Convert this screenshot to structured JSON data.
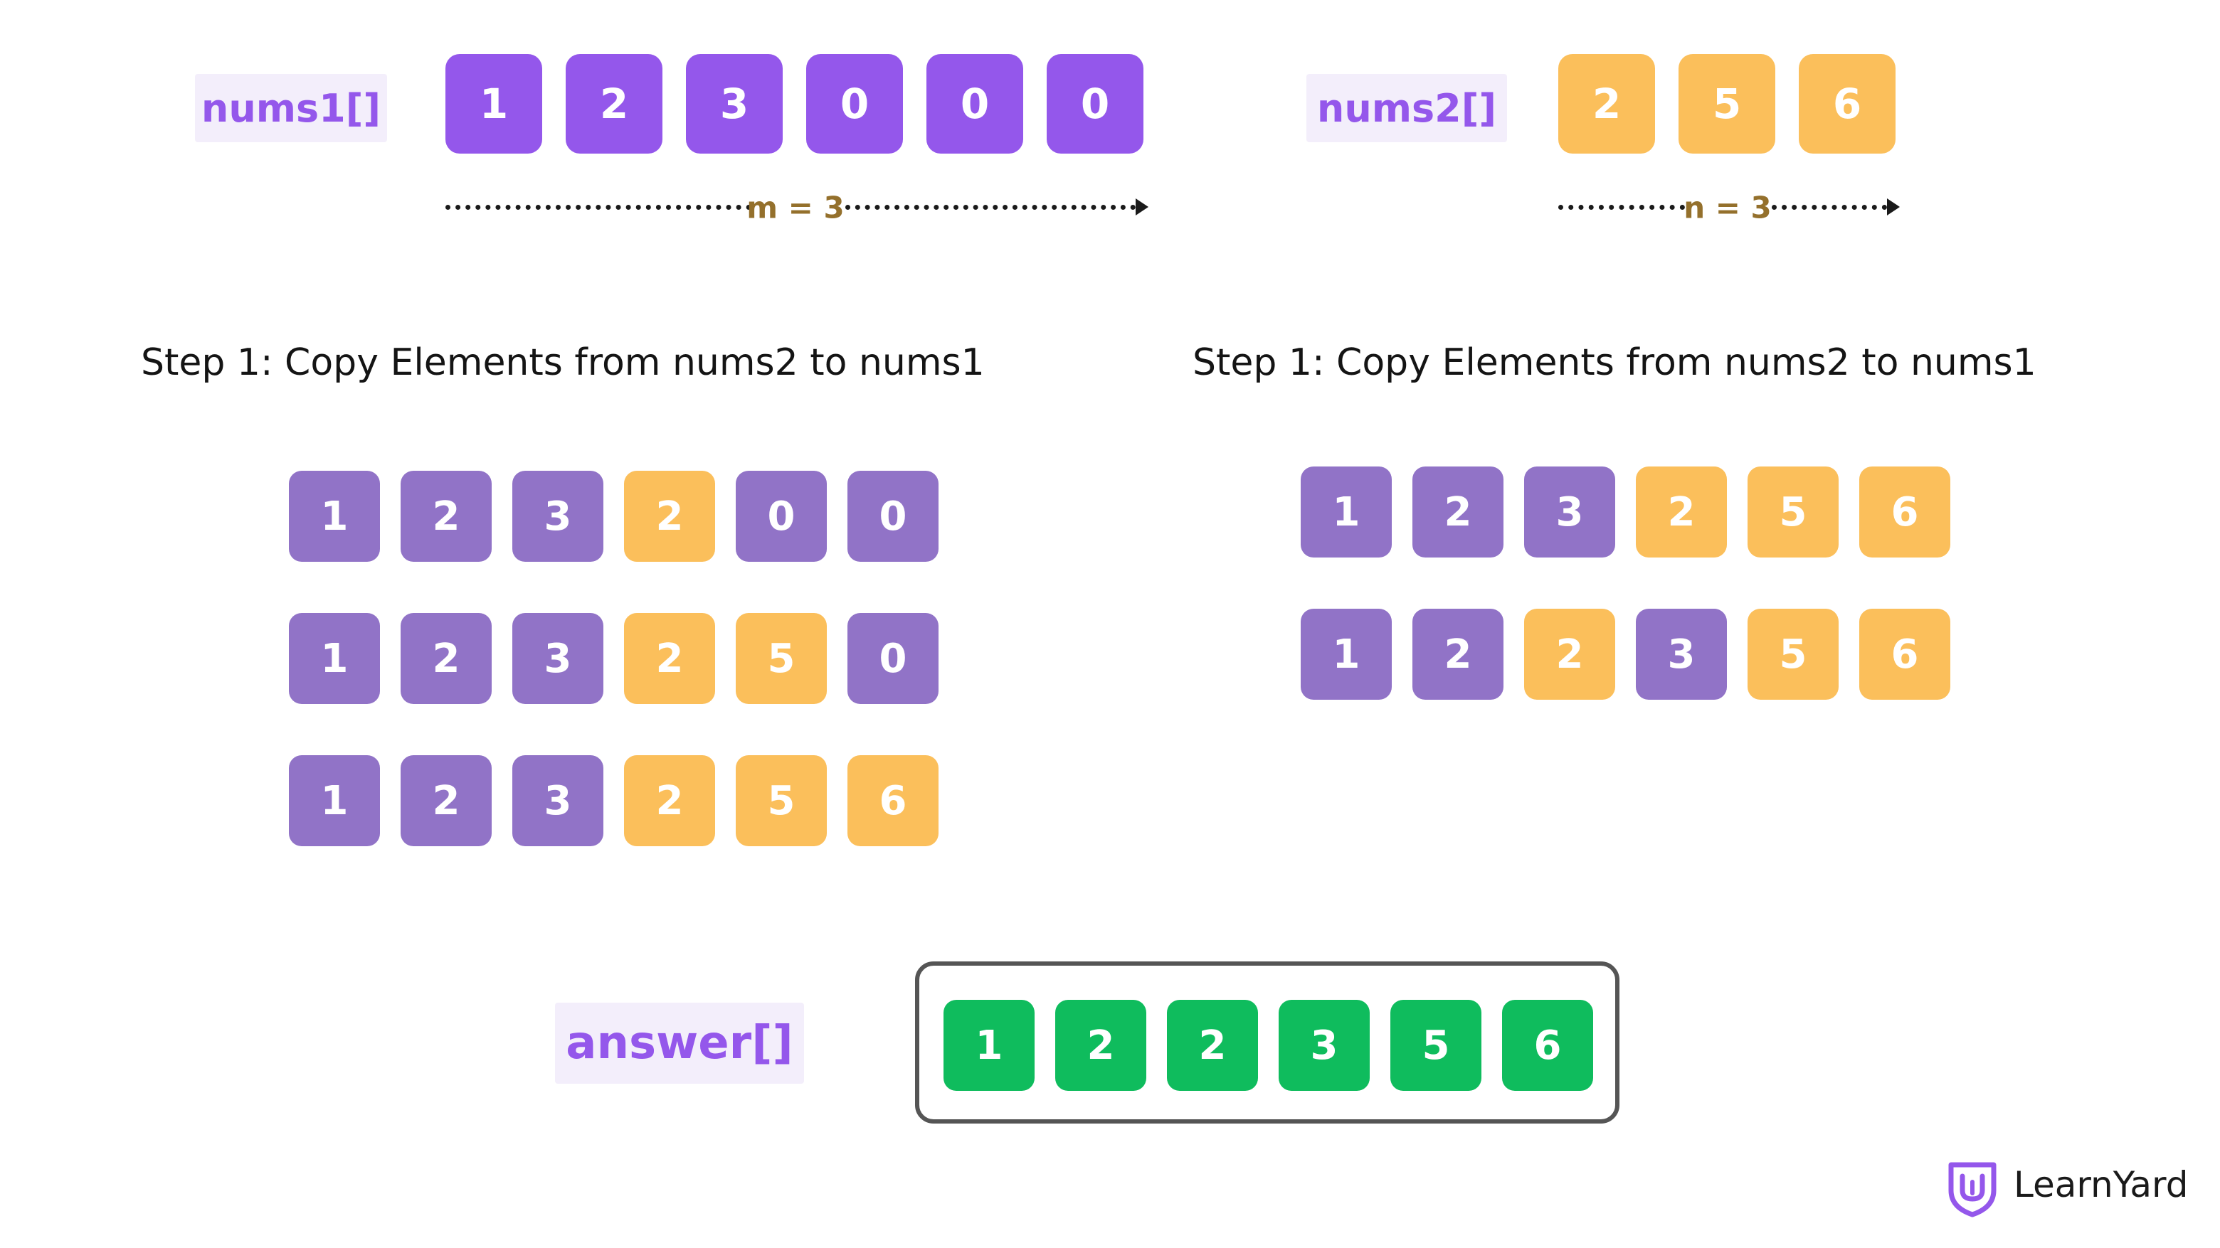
{
  "nums1": {
    "label": "nums1[]",
    "values": [
      "1",
      "2",
      "3",
      "0",
      "0",
      "0"
    ],
    "length_label": "m = 3"
  },
  "nums2": {
    "label": "nums2[]",
    "values": [
      "2",
      "5",
      "6"
    ],
    "length_label": "n = 3"
  },
  "step_left": {
    "title": "Step 1: Copy Elements from nums2 to nums1",
    "rows": [
      {
        "values": [
          "1",
          "2",
          "3",
          "2",
          "0",
          "0"
        ],
        "colors": [
          "lilac",
          "lilac",
          "lilac",
          "orange",
          "lilac",
          "lilac"
        ]
      },
      {
        "values": [
          "1",
          "2",
          "3",
          "2",
          "5",
          "0"
        ],
        "colors": [
          "lilac",
          "lilac",
          "lilac",
          "orange",
          "orange",
          "lilac"
        ]
      },
      {
        "values": [
          "1",
          "2",
          "3",
          "2",
          "5",
          "6"
        ],
        "colors": [
          "lilac",
          "lilac",
          "lilac",
          "orange",
          "orange",
          "orange"
        ]
      }
    ]
  },
  "step_right": {
    "title": "Step 1: Copy Elements from nums2 to nums1",
    "rows": [
      {
        "values": [
          "1",
          "2",
          "3",
          "2",
          "5",
          "6"
        ],
        "colors": [
          "lilac",
          "lilac",
          "lilac",
          "orange",
          "orange",
          "orange"
        ]
      },
      {
        "values": [
          "1",
          "2",
          "2",
          "3",
          "5",
          "6"
        ],
        "colors": [
          "lilac",
          "lilac",
          "orange",
          "lilac",
          "orange",
          "orange"
        ]
      }
    ]
  },
  "answer": {
    "label": "answer[]",
    "values": [
      "1",
      "2",
      "2",
      "3",
      "5",
      "6"
    ]
  },
  "logo": {
    "text": "LearnYard",
    "icon": "shield-u-icon"
  },
  "colors": {
    "purple": "#9457eb",
    "lilac": "#9173c7",
    "orange": "#fbbf5b",
    "green": "#0fbc5d",
    "tag_bg": "#f3eefb",
    "dim_label": "#94702c"
  }
}
